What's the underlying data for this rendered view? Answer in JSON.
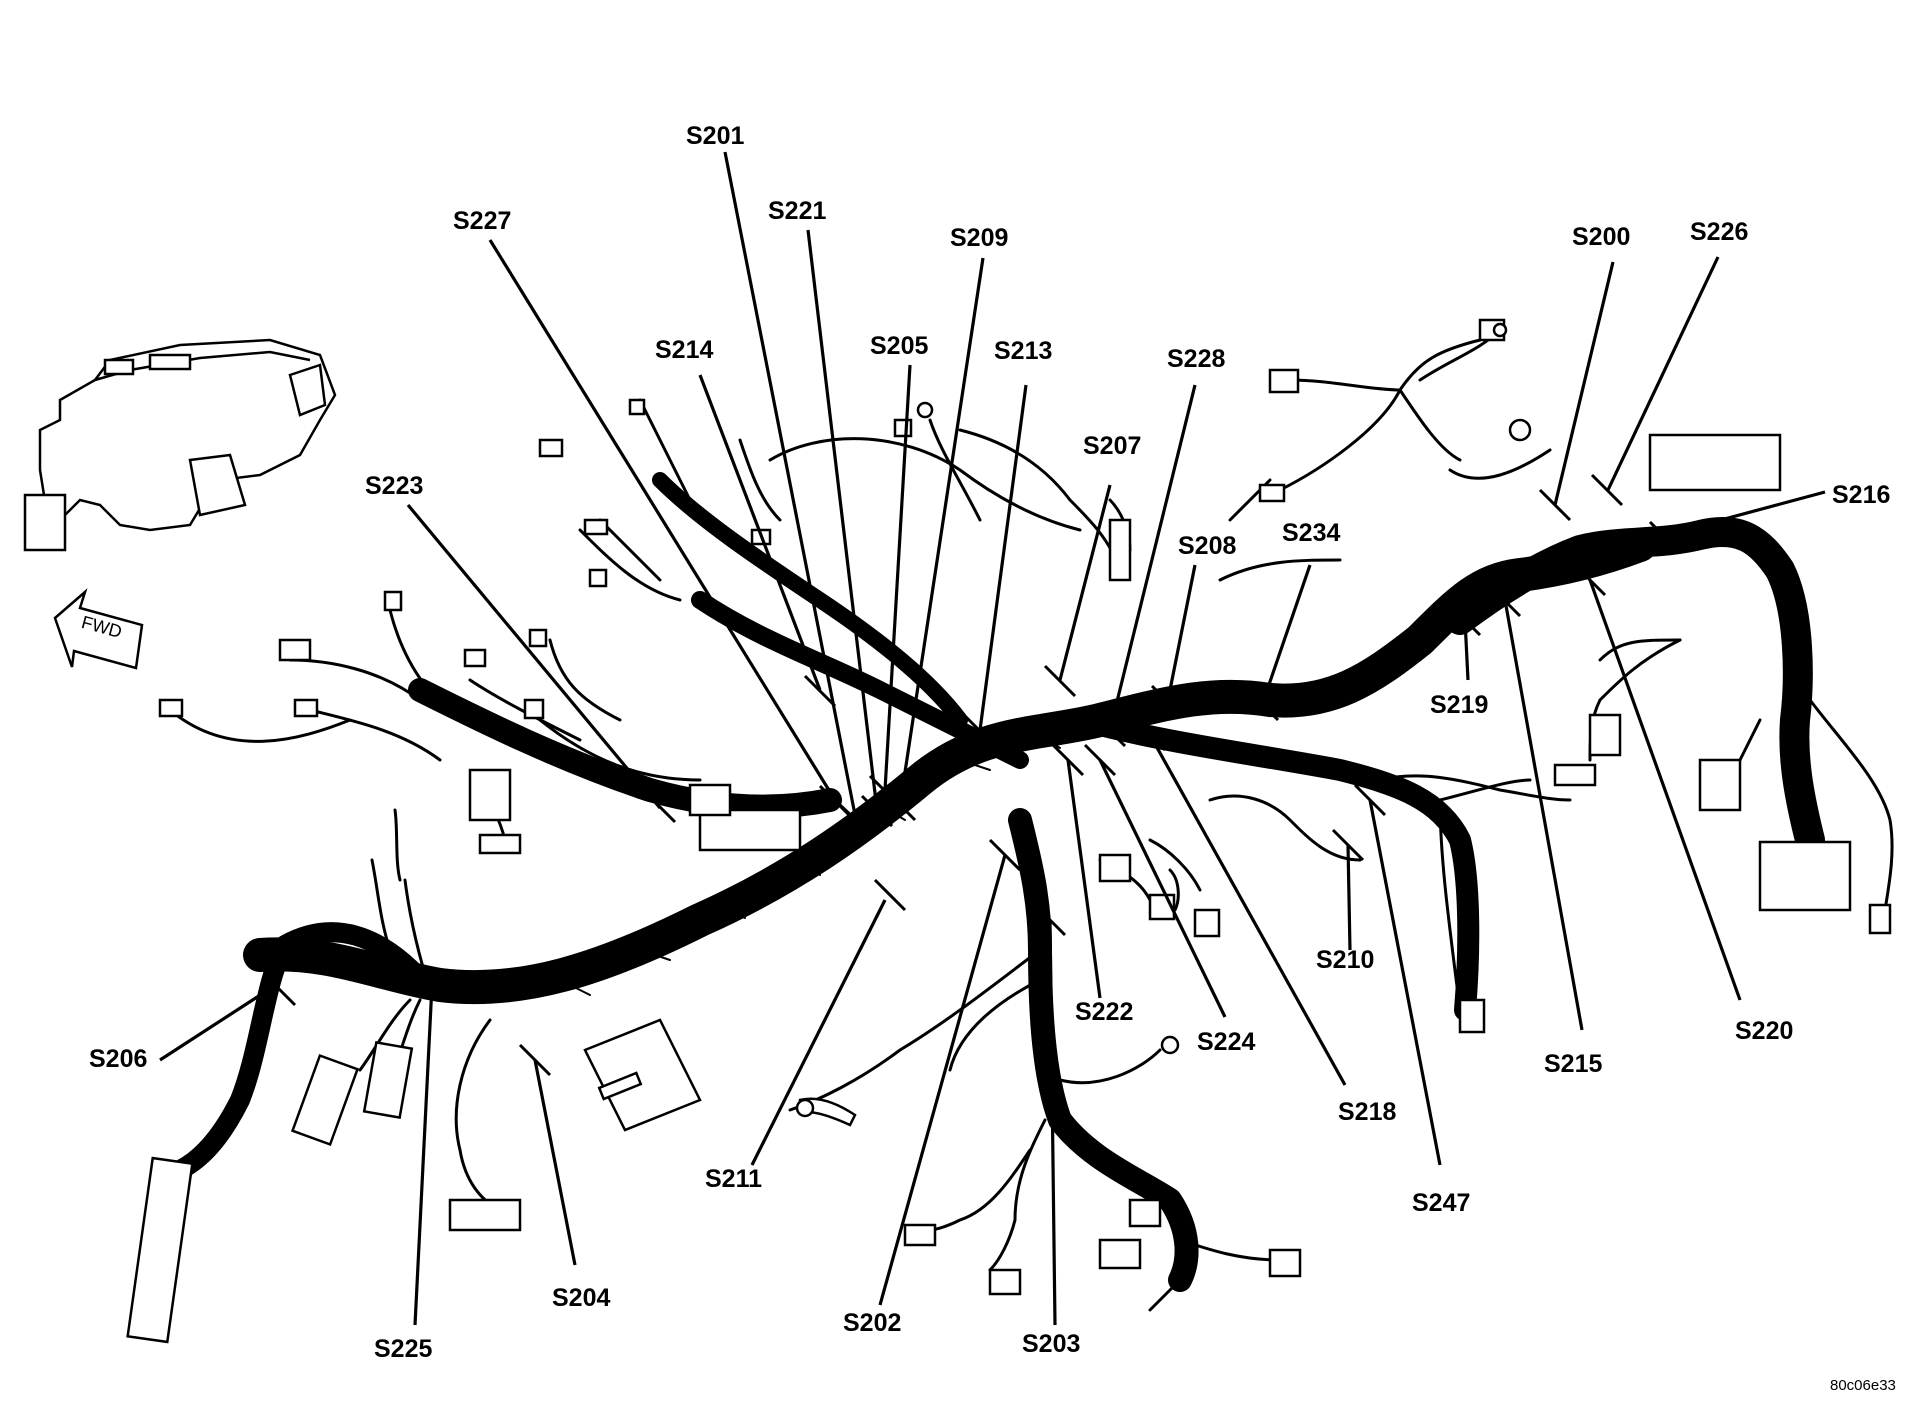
{
  "forward_arrow_label": "FWD",
  "figure_id": "80c06e33",
  "splices": [
    {
      "id": "s201",
      "label": "S201"
    },
    {
      "id": "s221",
      "label": "S221"
    },
    {
      "id": "s209",
      "label": "S209"
    },
    {
      "id": "s227",
      "label": "S227"
    },
    {
      "id": "s214",
      "label": "S214"
    },
    {
      "id": "s205",
      "label": "S205"
    },
    {
      "id": "s213",
      "label": "S213"
    },
    {
      "id": "s228",
      "label": "S228"
    },
    {
      "id": "s207",
      "label": "S207"
    },
    {
      "id": "s223",
      "label": "S223"
    },
    {
      "id": "s208",
      "label": "S208"
    },
    {
      "id": "s234",
      "label": "S234"
    },
    {
      "id": "s200",
      "label": "S200"
    },
    {
      "id": "s226",
      "label": "S226"
    },
    {
      "id": "s216",
      "label": "S216"
    },
    {
      "id": "s219",
      "label": "S219"
    },
    {
      "id": "s215",
      "label": "S215"
    },
    {
      "id": "s220",
      "label": "S220"
    },
    {
      "id": "s210",
      "label": "S210"
    },
    {
      "id": "s247",
      "label": "S247"
    },
    {
      "id": "s218",
      "label": "S218"
    },
    {
      "id": "s224",
      "label": "S224"
    },
    {
      "id": "s222",
      "label": "S222"
    },
    {
      "id": "s211",
      "label": "S211"
    },
    {
      "id": "s202",
      "label": "S202"
    },
    {
      "id": "s203",
      "label": "S203"
    },
    {
      "id": "s204",
      "label": "S204"
    },
    {
      "id": "s225",
      "label": "S225"
    },
    {
      "id": "s206",
      "label": "S206"
    }
  ]
}
